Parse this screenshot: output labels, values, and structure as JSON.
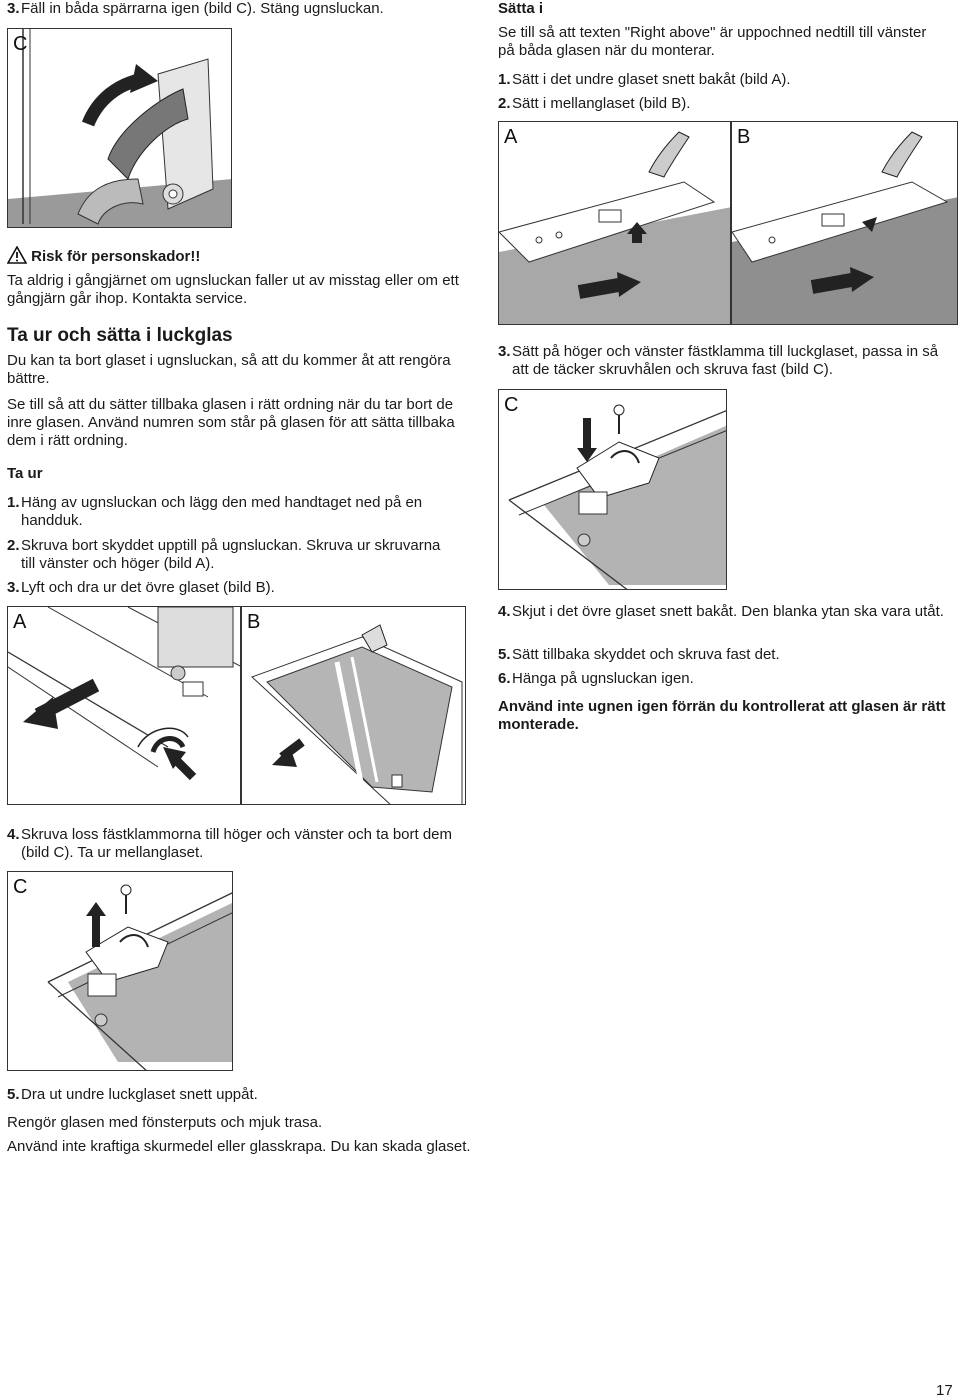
{
  "left": {
    "step3": {
      "num": "3.",
      "text": "Fäll in båda spärrarna igen (bild C). Stäng ugnsluckan."
    },
    "fig_c1": {
      "label": "C"
    },
    "warning": {
      "title": "Risk för personskador!!",
      "text": "Ta aldrig i gångjärnet om ugnsluckan faller ut av misstag eller om ett gångjärn går ihop. Kontakta service."
    },
    "section_title": "Ta ur och sätta i luckglas",
    "intro1": "Du kan ta bort glaset i ugnsluckan, så att du kommer åt att rengöra bättre.",
    "intro2": "Se till så att du sätter tillbaka glasen i rätt ordning när du tar bort de inre glasen. Använd numren som står på glasen för att sätta tillbaka dem i rätt ordning.",
    "sub_title": "Ta ur",
    "steps": [
      {
        "num": "1.",
        "text": "Häng av ugnsluckan och lägg den med handtaget ned på en handduk."
      },
      {
        "num": "2.",
        "text": "Skruva bort skyddet upptill på ugnsluckan. Skruva ur skruvarna till vänster och höger (bild A)."
      },
      {
        "num": "3.",
        "text": "Lyft och dra ur det övre glaset (bild B)."
      }
    ],
    "fig_a": {
      "label": "A"
    },
    "fig_b": {
      "label": "B"
    },
    "step4": {
      "num": "4.",
      "text": "Skruva loss fästklammorna till höger och vänster och ta bort dem (bild C). Ta ur mellanglaset."
    },
    "fig_c2": {
      "label": "C"
    },
    "step5": {
      "num": "5.",
      "text": "Dra ut undre luckglaset snett uppåt."
    },
    "clean1": "Rengör glasen med fönsterputs och mjuk trasa.",
    "clean2": "Använd inte kraftiga skurmedel eller glasskrapa. Du kan skada glaset."
  },
  "right": {
    "title": "Sätta i",
    "intro": "Se till så att texten \"Right above\" är uppochned nedtill till vänster på båda glasen när du monterar.",
    "steps": [
      {
        "num": "1.",
        "text": "Sätt i det undre glaset snett bakåt (bild A)."
      },
      {
        "num": "2.",
        "text": "Sätt i mellanglaset (bild B)."
      }
    ],
    "fig_a": {
      "label": "A"
    },
    "fig_b": {
      "label": "B"
    },
    "step3": {
      "num": "3.",
      "text": "Sätt på höger och vänster fästklamma till luckglaset, passa in så att de täcker skruvhålen och skruva fast (bild C)."
    },
    "fig_c": {
      "label": "C"
    },
    "steps2": [
      {
        "num": "4.",
        "text": "Skjut i det övre glaset snett bakåt. Den blanka ytan ska vara utåt."
      },
      {
        "num": "5.",
        "text": "Sätt tillbaka skyddet och skruva fast det."
      },
      {
        "num": "6.",
        "text": "Hänga på ugnsluckan igen."
      }
    ],
    "final_note": "Använd inte ugnen igen förrän du kontrollerat att glasen är rätt monterade."
  },
  "page_number": "17"
}
